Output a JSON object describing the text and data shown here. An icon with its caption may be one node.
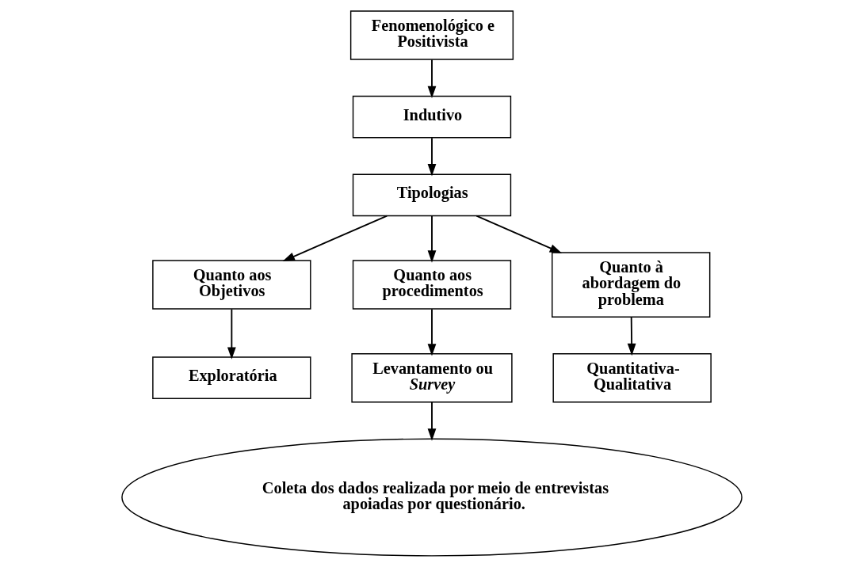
{
  "diagram": {
    "nodes": [
      {
        "text": [
          "Fenomenológico e Positivista"
        ]
      },
      {
        "text": [
          "Indutivo"
        ]
      },
      {
        "text": [
          "Tipologias"
        ]
      },
      {
        "text": [
          "Quanto aos Objetivos"
        ]
      },
      {
        "text": [
          "Quanto aos procedimentos"
        ]
      },
      {
        "text": [
          "Quanto à abordagem do problema"
        ]
      },
      {
        "text": [
          "Exploratória"
        ]
      },
      {
        "text": [
          "Levantamento ou *Survey*"
        ]
      },
      {
        "text": [
          "Quantitativa-Qualitativa"
        ]
      },
      {
        "text": [
          "Coleta dos dados realizada por meio de entrevistas apoiadas por questionário."
        ]
      }
    ],
    "edges": [
      {
        "from": 0,
        "to": 1,
        "arrow": "to"
      },
      {
        "from": 1,
        "to": 2,
        "arrow": "to"
      },
      {
        "from": 2,
        "to": 3,
        "arrow": "to"
      },
      {
        "from": 2,
        "to": 4,
        "arrow": "to"
      },
      {
        "from": 2,
        "to": 5,
        "arrow": "to"
      },
      {
        "from": 3,
        "to": 6,
        "arrow": "to"
      },
      {
        "from": 4,
        "to": 7,
        "arrow": "to"
      },
      {
        "from": 5,
        "to": 8,
        "arrow": "to"
      },
      {
        "from": 7,
        "to": 9,
        "arrow": "to"
      }
    ]
  }
}
